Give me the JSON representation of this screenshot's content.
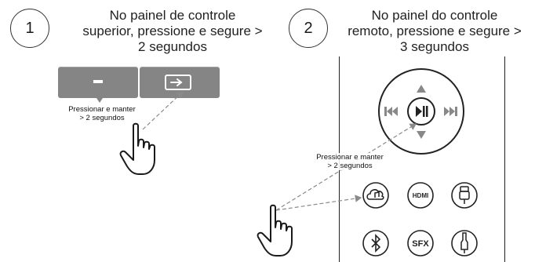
{
  "step1": {
    "number": "1",
    "title_lines": [
      "No painel de controle",
      "superior, pressione e segure >",
      "2 segundos"
    ],
    "hint_lines": [
      "Pressionar e manter",
      "> 2 segundos"
    ]
  },
  "step2": {
    "number": "2",
    "title_lines": [
      "No painel do controle",
      "remoto, pressione e segure >",
      "3 segundos"
    ],
    "hint_lines": [
      "Pressionar e manter",
      "> 2 segundos"
    ]
  },
  "remote": {
    "buttons": {
      "hdmi": "HDMI",
      "sfx": "SFX"
    }
  },
  "icons": {
    "minus": "minus-icon",
    "input": "input-source-icon",
    "previous": "previous-track-icon",
    "play_pause": "play-pause-icon",
    "next": "next-track-icon",
    "up": "arrow-up-icon",
    "down": "arrow-down-icon",
    "cloud_music": "cloud-music-icon",
    "optical": "optical-icon",
    "bluetooth": "bluetooth-icon",
    "aux": "aux-icon",
    "hand": "pointing-hand-icon"
  },
  "colors": {
    "panel_button": "#858585",
    "line": "#222222",
    "dashed_arrow": "#8a8a8a"
  }
}
